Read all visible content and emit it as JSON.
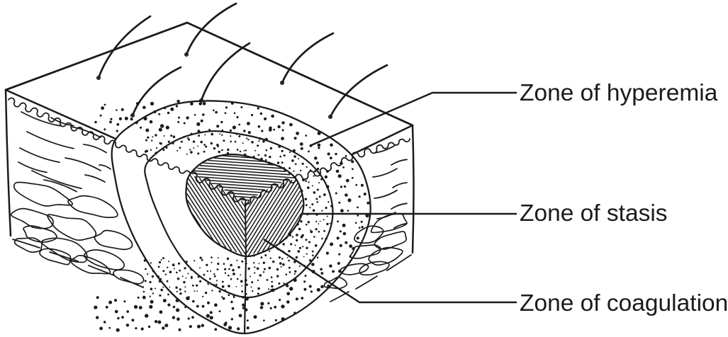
{
  "figure": {
    "background_color": "#ffffff",
    "ink_color": "#1b1b1b",
    "labels": [
      {
        "id": "zone-of-hyperemia",
        "text": "Zone of hyperemia"
      },
      {
        "id": "zone-of-stasis",
        "text": "Zone of stasis"
      },
      {
        "id": "zone-of-coagulation",
        "text": "Zone of coagulation"
      }
    ]
  }
}
